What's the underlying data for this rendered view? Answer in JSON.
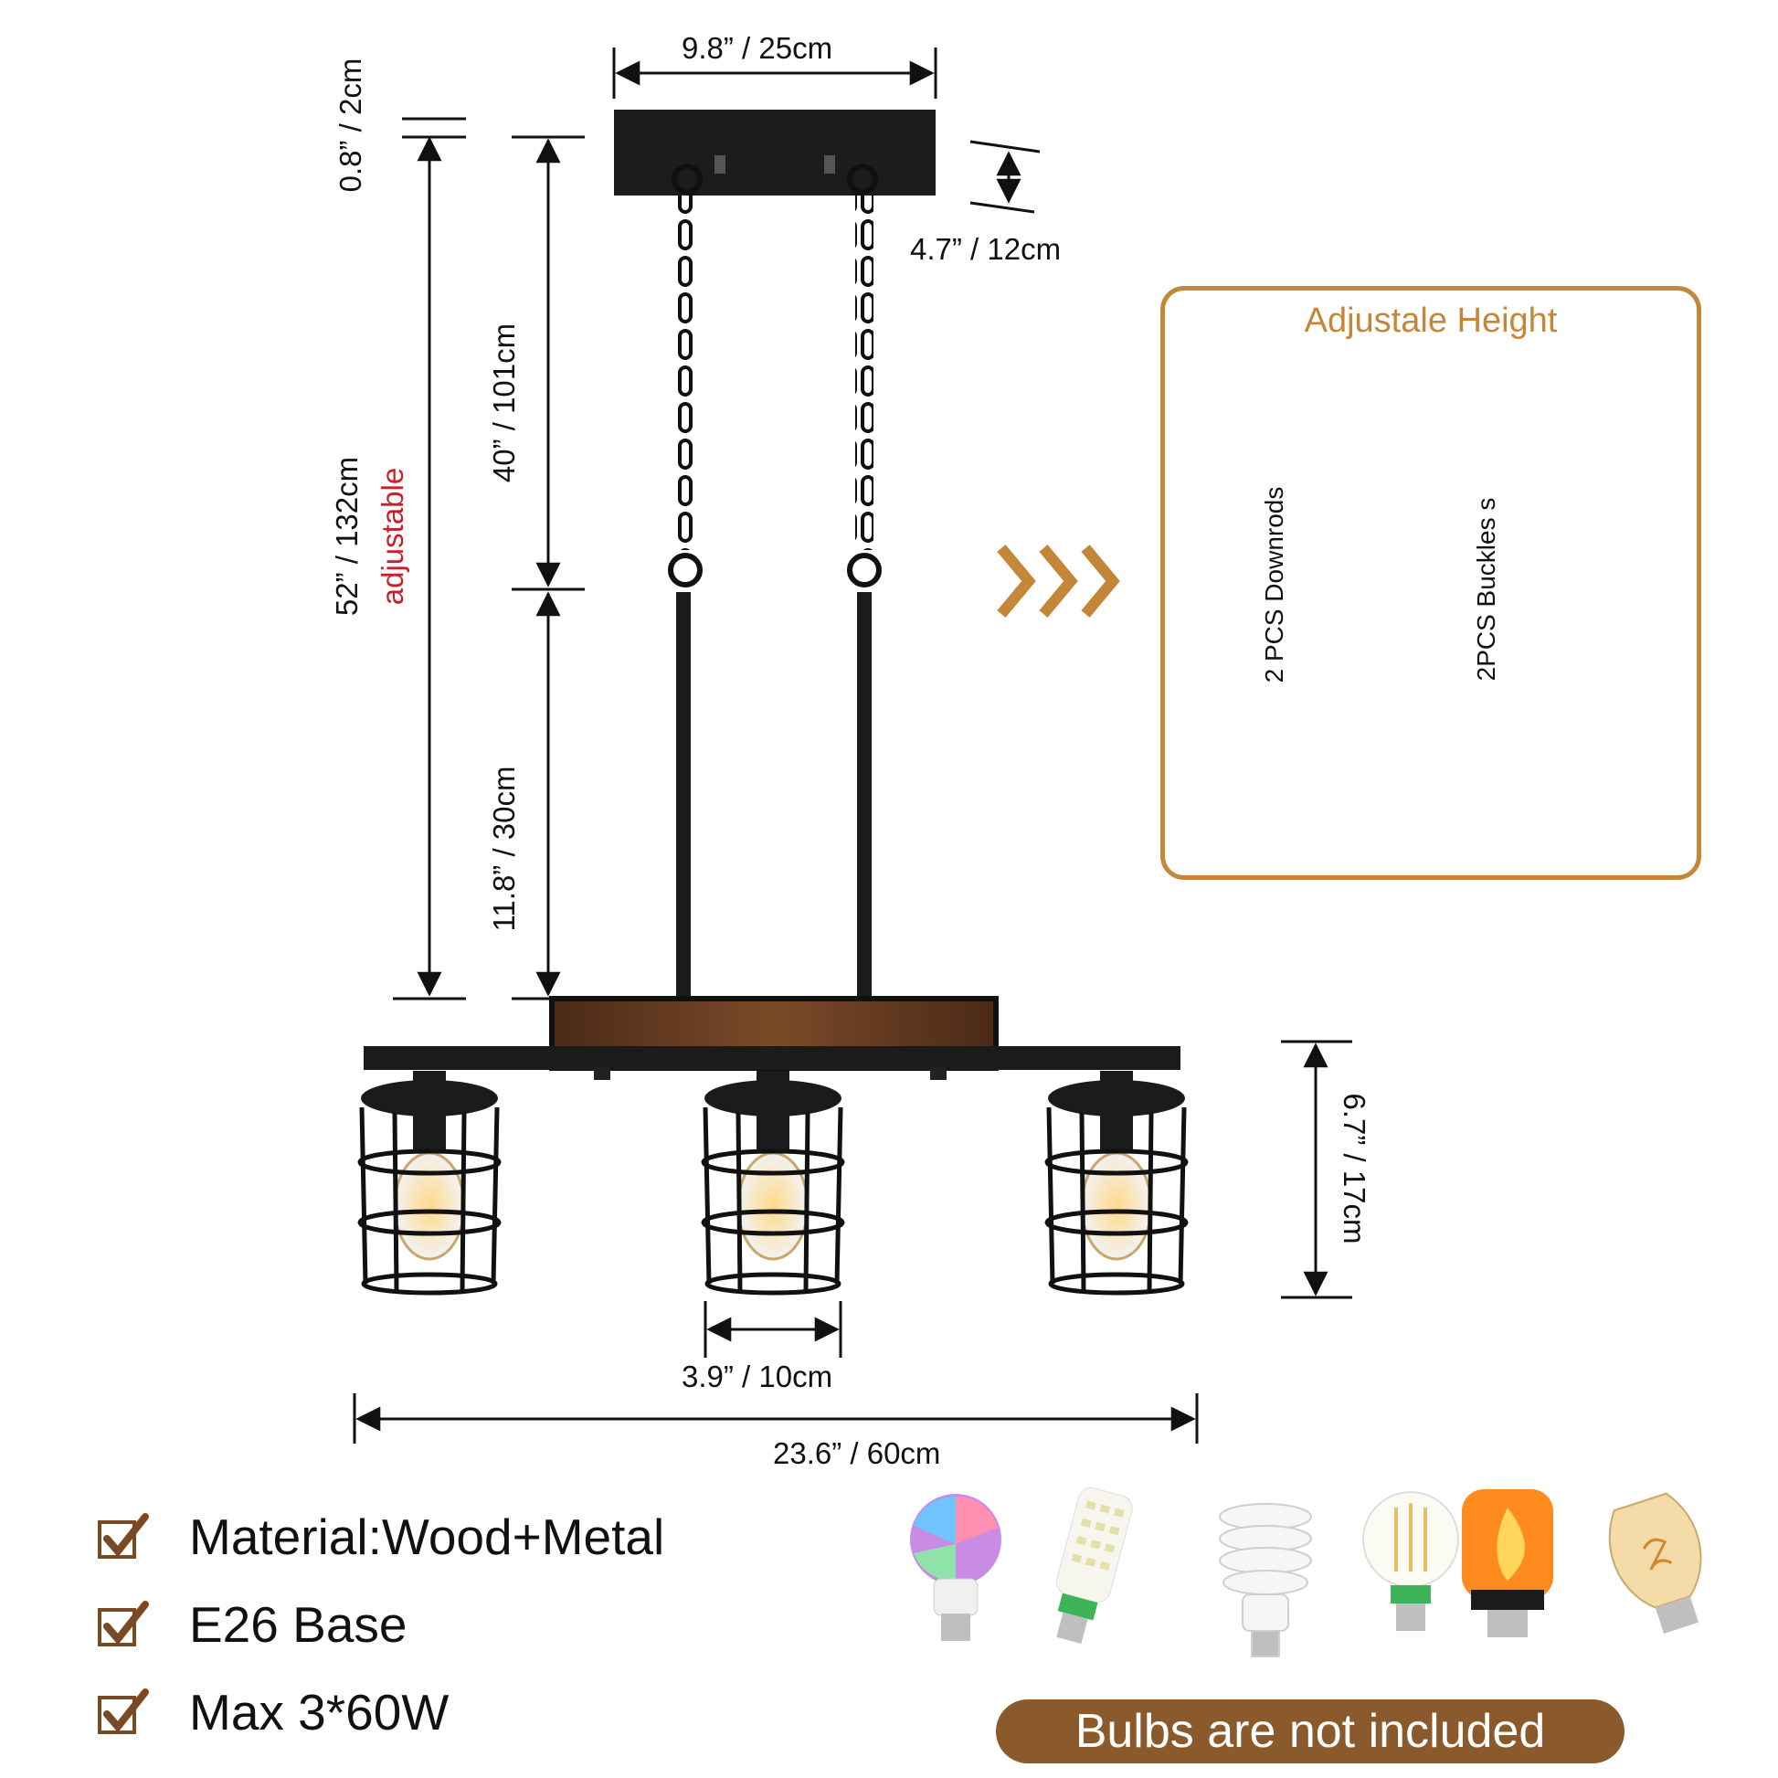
{
  "dimensions": {
    "top_width": "9.8” / 25cm",
    "canopy_thickness": "0.8” / 2cm",
    "canopy_height": "4.7” / 12cm",
    "total_height": "52” / 132cm",
    "adjustable_note": "adjustable",
    "chain_length": "40” / 101cm",
    "rod_length": "11.8” / 30cm",
    "shade_height": "6.7” / 17cm",
    "shade_width": "3.9” / 10cm",
    "total_width": "23.6” / 60cm"
  },
  "adjust_panel": {
    "title": "Adjustale Height",
    "downrods_label": "2 PCS Downrods",
    "buckles_label": "2PCS Buckles s"
  },
  "specs": [
    {
      "label": "Material:Wood+Metal"
    },
    {
      "label": "E26 Base"
    },
    {
      "label": "Max 3*60W"
    }
  ],
  "bulbs_note": "Bulbs are not included",
  "colors": {
    "accent": "#c4873a",
    "note_red": "#c8202a",
    "wood": "#6b3f22",
    "pill": "#8a5a2c"
  }
}
